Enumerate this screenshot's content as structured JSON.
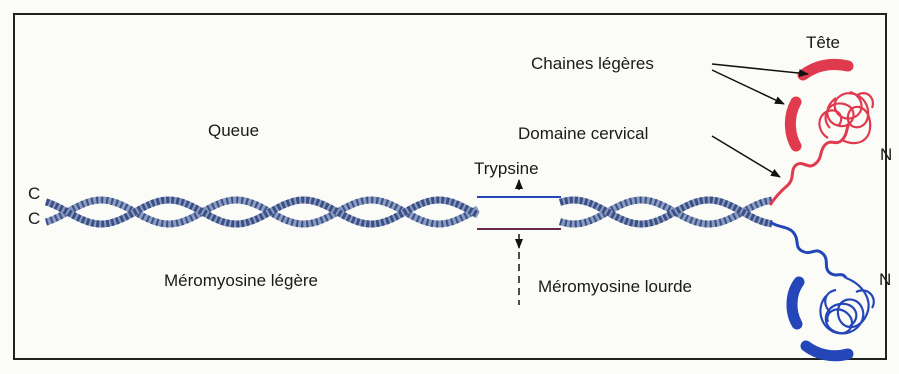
{
  "labels": {
    "head": "Tête",
    "light_chains": "Chaines légères",
    "tail": "Queue",
    "cervical_domain": "Domaine cervical",
    "trypsin": "Trypsine",
    "n_top": "N",
    "n_bottom": "N",
    "c_top": "C",
    "c_bottom": "C",
    "light_meromyosin": "Méromyosine légère",
    "heavy_meromyosin": "Méromyosine lourde"
  },
  "colors": {
    "upper_chain": "#e03a4e",
    "lower_chain": "#2446b8",
    "coil_light": "#8a9cc0",
    "coil_dark": "#3c4f86",
    "frame": "#222222",
    "background": "#fbfbf7"
  }
}
